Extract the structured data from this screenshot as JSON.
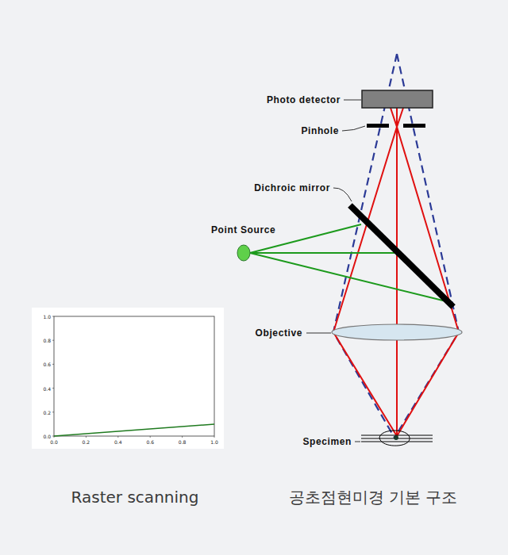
{
  "diagram": {
    "labels": [
      "Photo detector",
      "Pinhole",
      "Dichroic mirror",
      "Point Source",
      "Objective",
      "Specimen",
      "0.0",
      "0.2",
      "0.4",
      "0.6",
      "0.8",
      "1.0",
      "0.0",
      "0.2",
      "0.4",
      "0.6",
      "0.8",
      "1.0",
      "Raster scanning",
      "공초점현미경 기본 구조"
    ]
  }
}
